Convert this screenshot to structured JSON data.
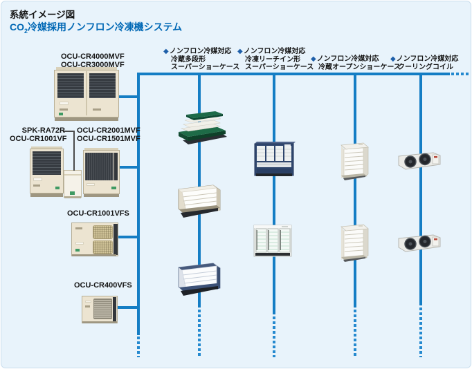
{
  "header": {
    "title": "系統イメージ図",
    "subtitle": {
      "co": "CO",
      "sub": "2",
      "rest": "冷媒採用ノンフロン冷凍機システム"
    }
  },
  "labels": {
    "u4000": {
      "line1": "OCU-CR4000MVF",
      "line2": "OCU-CR3000MVF"
    },
    "spk": {
      "line1": "SPK-RA72R",
      "line2": "OCU-CR1001VF"
    },
    "u2001": {
      "line1": "OCU-CR2001MVF",
      "line2": "OCU-CR1501MVF"
    },
    "u1001vfs": {
      "label": "OCU-CR1001VFS"
    },
    "u400vfs": {
      "label": "OCU-CR400VFS"
    }
  },
  "columns": [
    {
      "marker": "◆",
      "lines": [
        "ノンフロン冷媒対応",
        "冷蔵多段形",
        "スーパーショーケース"
      ]
    },
    {
      "marker": "◆",
      "lines": [
        "ノンフロン冷媒対応",
        "冷凍リーチイン形",
        "スーパーショーケース"
      ]
    },
    {
      "marker": "◆",
      "lines": [
        "ノンフロン冷媒対応",
        "冷蔵オープンショーケース"
      ]
    },
    {
      "marker": "◆",
      "lines": [
        "ノンフロン冷媒対応",
        "クーリングコイル"
      ]
    }
  ],
  "colors": {
    "pipe_blue": "#147dc4",
    "subtitle_blue": "#0068b5",
    "diamond_blue": "#1e5fa9",
    "background": "#e8f3fb"
  }
}
